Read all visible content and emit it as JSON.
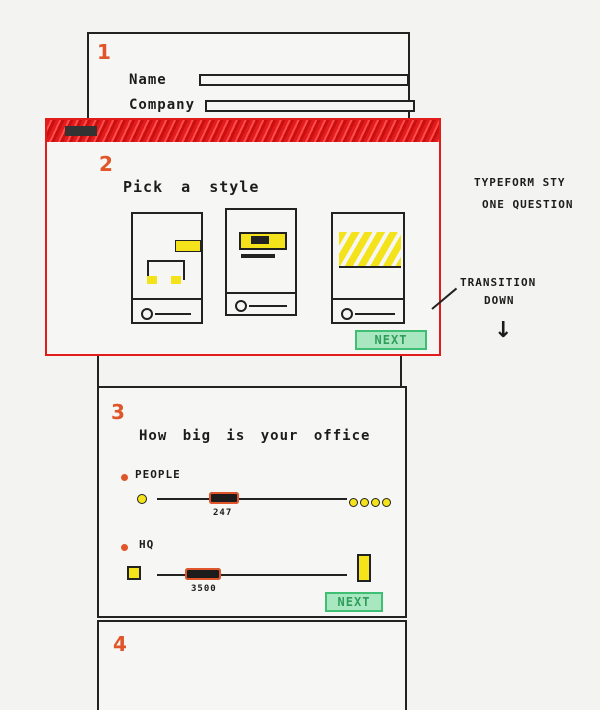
{
  "step1": {
    "number": "1",
    "name_label": "Name",
    "company_label": "Company"
  },
  "step2": {
    "number": "2",
    "title": "Pick a style",
    "next_label": "NEXT"
  },
  "side_notes": {
    "typeform_line1": "TYPEFORM STY",
    "typeform_line2": "ONE QUESTION",
    "transition_line1": "TRANSITION",
    "transition_line2": "DOWN",
    "arrow": "↓"
  },
  "step3": {
    "number": "3",
    "title": "How big is your office",
    "people": {
      "label": "PEOPLE",
      "value": "247"
    },
    "hq": {
      "label": "HQ",
      "value": "3500"
    },
    "next_label": "NEXT"
  },
  "step4": {
    "number": "4"
  },
  "colors": {
    "accent_red": "#e21b1b",
    "number_orange": "#e0552a",
    "next_green": "#3fbf73",
    "highlight_yellow": "#f4e21a"
  }
}
